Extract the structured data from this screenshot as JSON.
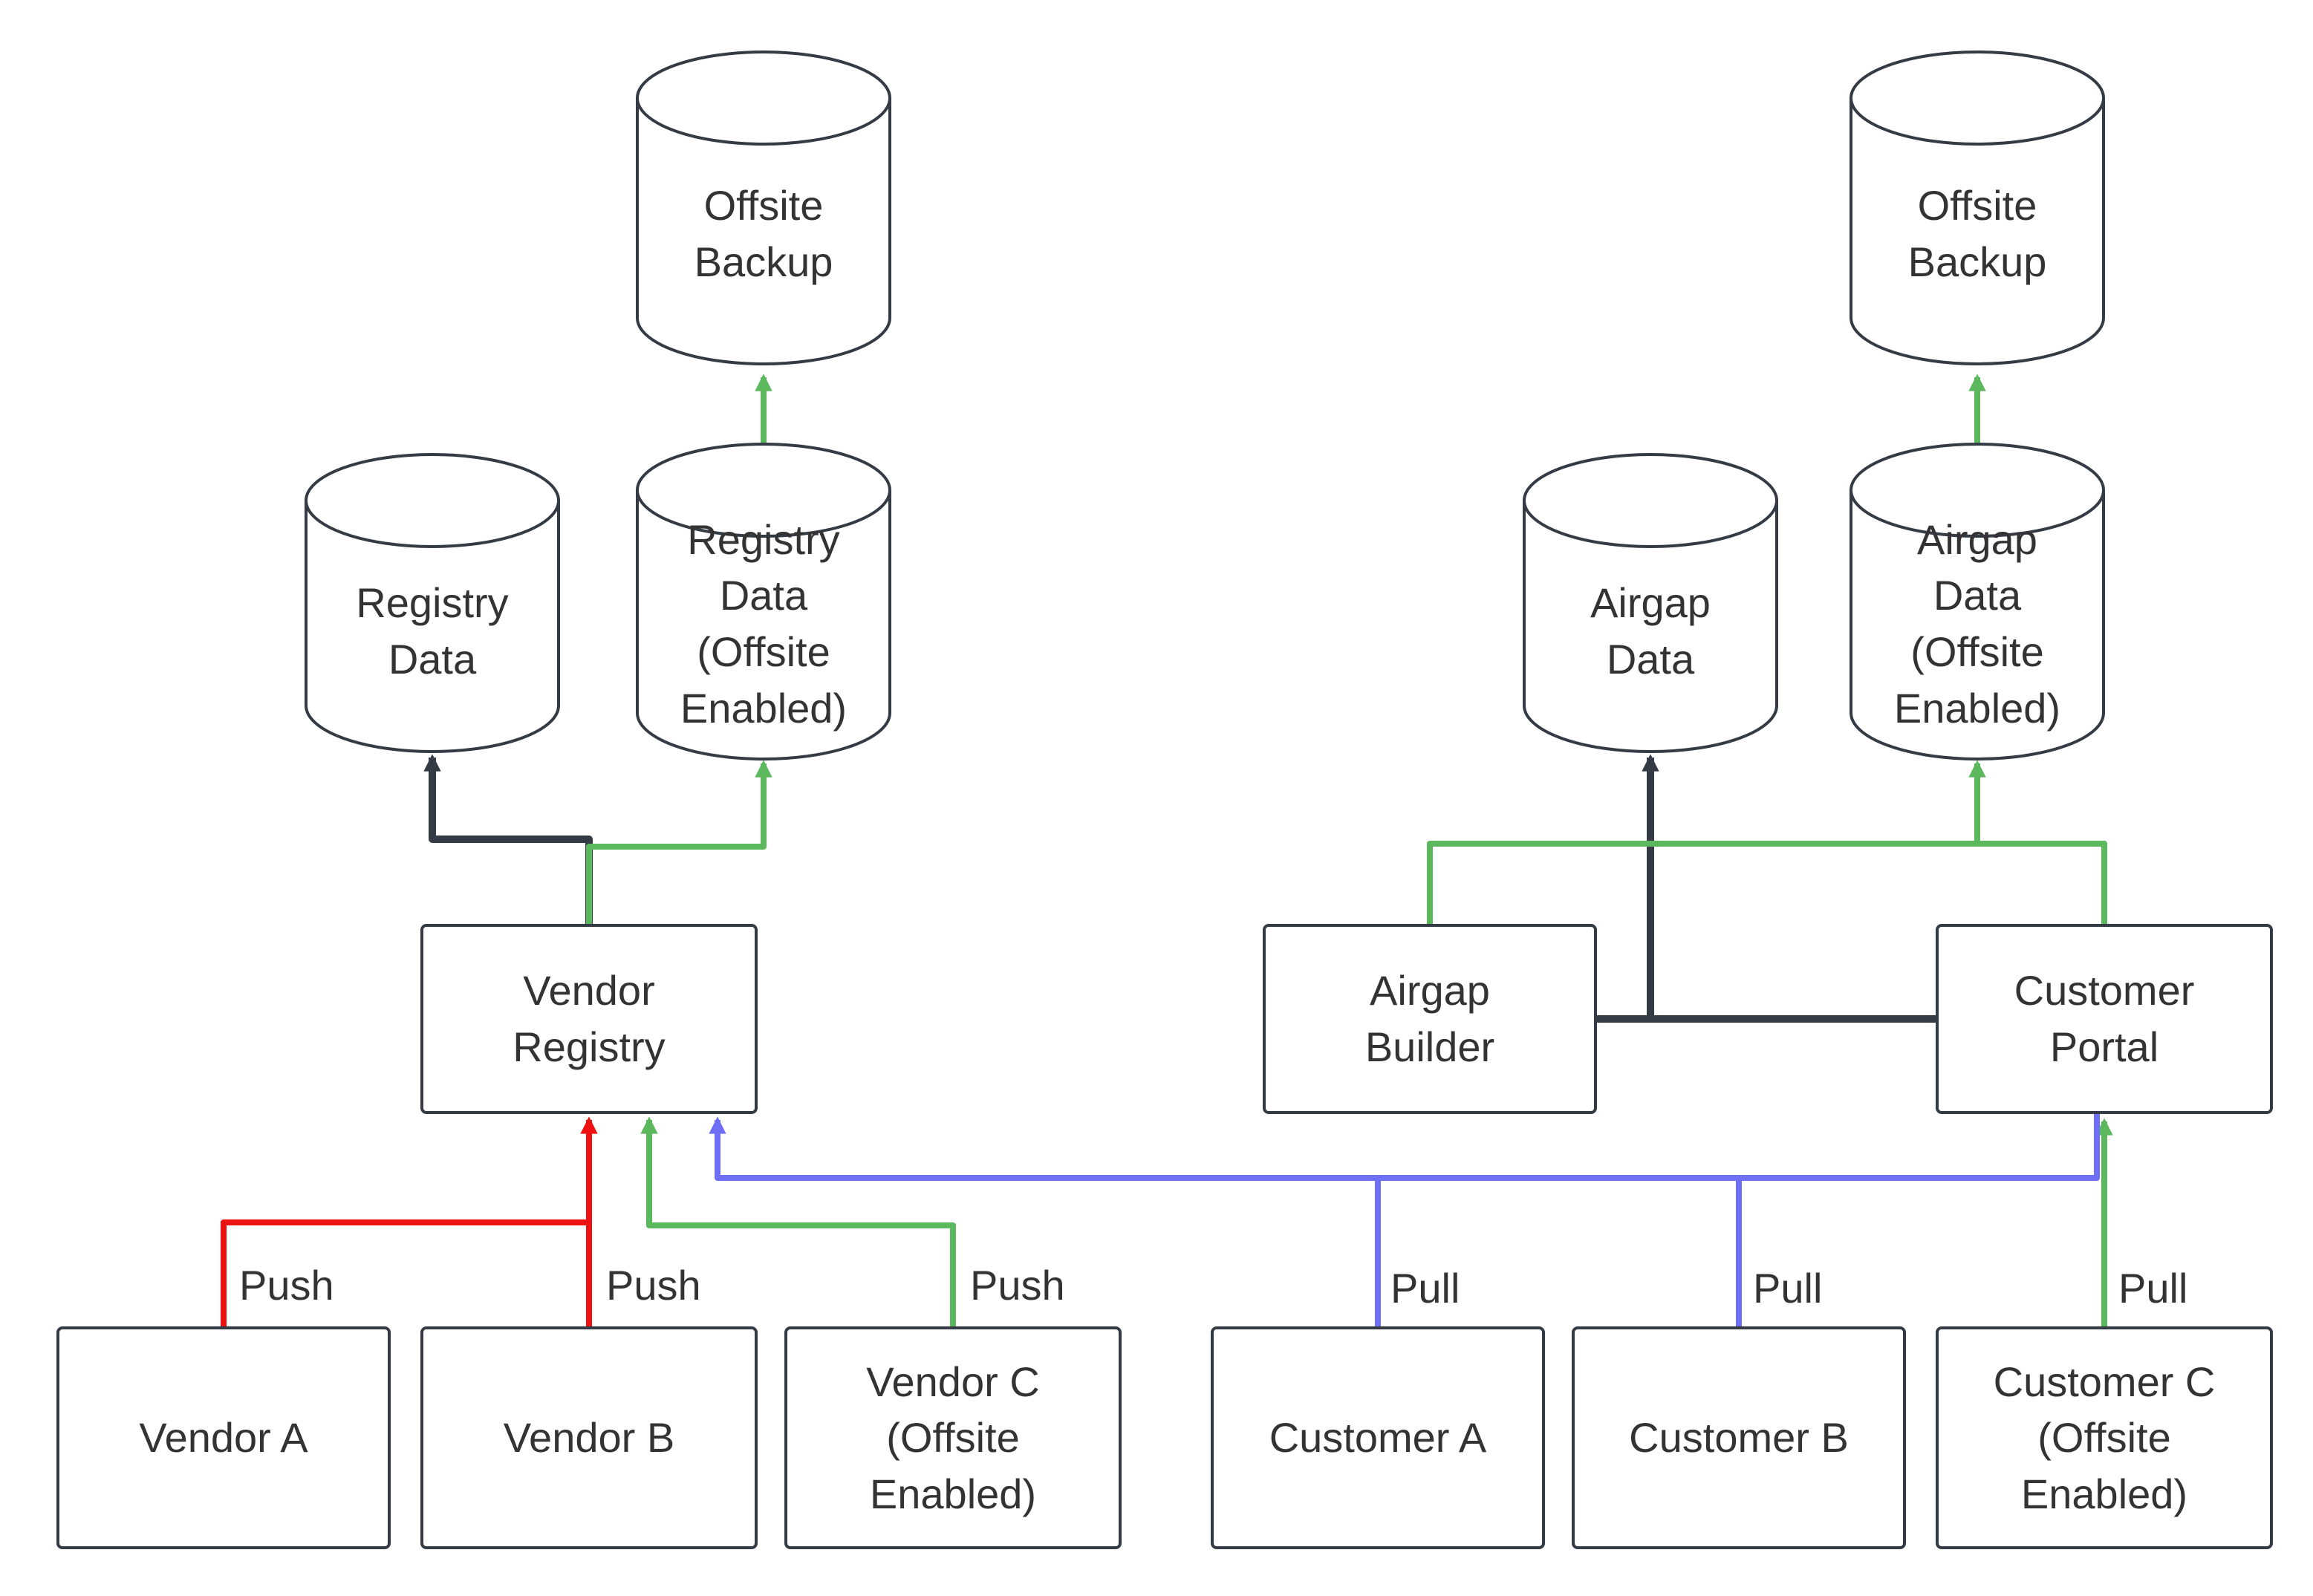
{
  "colors": {
    "line_dark": "#353b45",
    "red": "#ee1111",
    "green": "#5cb85c",
    "blue": "#6e6ef6",
    "text": "#333333",
    "bg": "#ffffff"
  },
  "nodes": {
    "offsite_backup_left": "Offsite\nBackup",
    "registry_data": "Registry\nData",
    "registry_data_offsite": "Registry\nData\n(Offsite\nEnabled)",
    "vendor_registry": "Vendor\nRegistry",
    "vendor_a": "Vendor A",
    "vendor_b": "Vendor B",
    "vendor_c": "Vendor C\n(Offsite\nEnabled)",
    "airgap_data": "Airgap\nData",
    "airgap_data_offsite": "Airgap\nData\n(Offsite\nEnabled)",
    "offsite_backup_right": "Offsite\nBackup",
    "airgap_builder": "Airgap\nBuilder",
    "customer_portal": "Customer\nPortal",
    "customer_a": "Customer A",
    "customer_b": "Customer B",
    "customer_c": "Customer C\n(Offsite\nEnabled)"
  },
  "edge_labels": {
    "push_vendor_a": "Push",
    "push_vendor_b": "Push",
    "push_vendor_c": "Push",
    "pull_customer_a": "Pull",
    "pull_customer_b": "Pull",
    "pull_customer_c": "Pull"
  }
}
